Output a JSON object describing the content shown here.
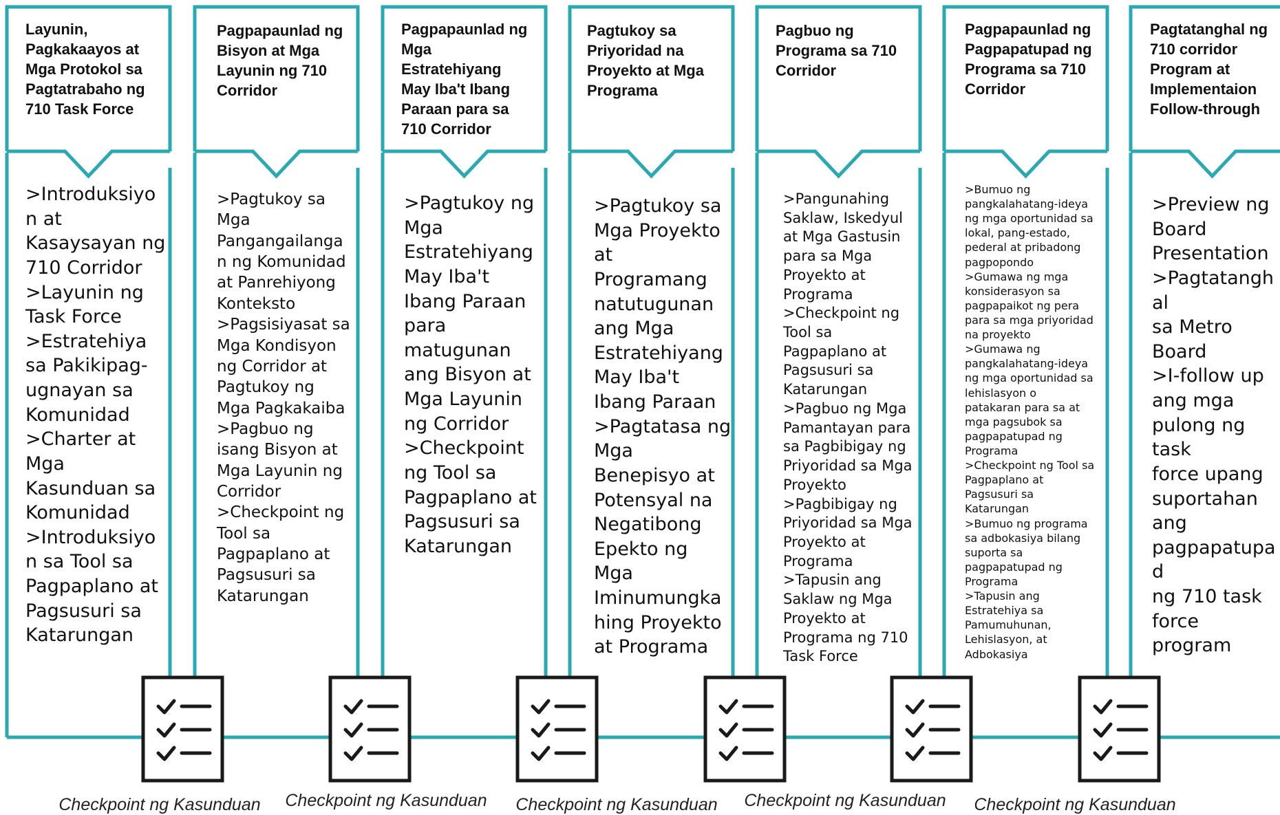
{
  "colors": {
    "stroke": "#2aa9b2",
    "text": "#111111",
    "icon": "#1a1a1a"
  },
  "stages": [
    {
      "title_lines": [
        "Layunin,",
        "Pagkakaayos at",
        "Mga Protokol sa",
        "Pagtatrabaho ng",
        "710 Task Force"
      ],
      "body_lines": [
        ">Introduksiyo",
        "n at",
        "Kasaysayan ng",
        "710 Corridor",
        ">Layunin ng",
        "Task Force",
        ">Estratehiya",
        "sa Pakikipag-",
        "ugnayan sa",
        "Komunidad",
        ">Charter at",
        "Mga",
        "Kasunduan sa",
        "Komunidad",
        ">Introduksiyo",
        "n sa Tool sa",
        "Pagpaplano at",
        "Pagsusuri sa",
        "Katarungan"
      ]
    },
    {
      "title_lines": [
        "Pagpapaunlad ng",
        "Bisyon at Mga",
        "Layunin ng 710",
        "Corridor"
      ],
      "body_lines": [
        ">Pagtukoy sa",
        "Mga",
        "Pangangailanga",
        "n ng Komunidad",
        "at Panrehiyong",
        "Konteksto",
        ">Pagsisiyasat sa",
        "Mga Kondisyon",
        "ng Corridor at",
        "Pagtukoy ng",
        "Mga Pagkakaiba",
        ">Pagbuo ng",
        "isang Bisyon at",
        "Mga Layunin ng",
        "Corridor",
        ">Checkpoint ng",
        "Tool sa",
        "Pagpaplano at",
        "Pagsusuri sa",
        "Katarungan"
      ]
    },
    {
      "title_lines": [
        "Pagpapaunlad ng",
        "Mga",
        "Estratehiyang",
        "May Iba't Ibang",
        "Paraan para sa",
        "710 Corridor"
      ],
      "body_lines": [
        ">Pagtukoy ng",
        "Mga",
        "Estratehiyang",
        "May Iba't",
        "Ibang Paraan",
        "para",
        "matugunan",
        "ang Bisyon at",
        "Mga Layunin",
        "ng Corridor",
        ">Checkpoint",
        "ng Tool sa",
        "Pagpaplano at",
        "Pagsusuri sa",
        "Katarungan"
      ]
    },
    {
      "title_lines": [
        "Pagtukoy sa",
        "Priyoridad na",
        "Proyekto at Mga",
        "Programa"
      ],
      "body_lines": [
        ">Pagtukoy sa",
        "Mga Proyekto",
        "at Programang",
        "natutugunan",
        "ang Mga",
        "Estratehiyang",
        "May Iba't",
        "Ibang Paraan",
        ">Pagtatasa ng",
        "Mga",
        "Benepisyo at",
        "Potensyal na",
        "Negatibong",
        "Epekto ng",
        "Mga",
        "Iminumungka",
        "hing Proyekto",
        "at Programa"
      ]
    },
    {
      "title_lines": [
        "Pagbuo ng",
        "Programa sa 710",
        "Corridor"
      ],
      "body_lines": [
        ">Pangunahing",
        "Saklaw, Iskedyul",
        "at Mga Gastusin",
        "para sa Mga",
        "Proyekto at",
        "Programa",
        ">Checkpoint ng",
        "Tool sa",
        "Pagpaplano at",
        "Pagsusuri sa",
        "Katarungan",
        ">Pagbuo ng Mga",
        "Pamantayan para",
        "sa Pagbibigay ng",
        "Priyoridad sa Mga",
        "Proyekto",
        ">Pagbibigay ng",
        "Priyoridad sa Mga",
        "Proyekto at",
        "Programa",
        ">Tapusin ang",
        "Saklaw ng Mga",
        "Proyekto at",
        "Programa ng 710",
        "Task Force"
      ]
    },
    {
      "title_lines": [
        "Pagpapaunlad ng",
        "Pagpapatupad ng",
        "Programa sa 710",
        "Corridor"
      ],
      "body_lines": [
        ">Bumuo ng",
        "pangkalahatang-ideya",
        "ng mga oportunidad sa",
        "lokal, pang-estado,",
        "pederal at pribadong",
        "pagpopondo",
        ">Gumawa ng mga",
        "konsiderasyon sa",
        "pagpapaikot ng pera",
        "para sa mga priyoridad",
        "na proyekto",
        ">Gumawa ng",
        "pangkalahatang-ideya",
        "ng mga oportunidad sa",
        "lehislasyon o",
        "patakaran para sa at",
        "mga pagsubok sa",
        "pagpapatupad ng",
        "Programa",
        ">Checkpoint ng Tool sa",
        "Pagpaplano at",
        "Pagsusuri sa",
        "Katarungan",
        ">Bumuo ng programa",
        "sa adbokasiya bilang",
        "suporta sa",
        "pagpapatupad ng",
        "Programa",
        ">Tapusin ang",
        "Estratehiya sa",
        "Pamumuhunan,",
        "Lehislasyon, at",
        "Adbokasiya"
      ]
    },
    {
      "title_lines": [
        "Pagtatanghal ng",
        "710 corridor",
        "Program at",
        "Implementaion",
        "Follow-through"
      ],
      "body_lines": [
        ">Preview ng",
        "Board",
        "Presentation",
        ">Pagtatanghal",
        "sa Metro",
        "Board",
        ">I-follow up",
        "ang mga",
        "pulong ng task",
        "force upang",
        "suportahan",
        "ang",
        "pagpapatupad",
        "ng 710 task",
        "force program"
      ]
    }
  ],
  "checkpoints": [
    {
      "icon": "checklist-icon",
      "caption": "Checkpoint ng Kasunduan"
    },
    {
      "icon": "checklist-icon",
      "caption": "Checkpoint ng Kasunduan"
    },
    {
      "icon": "checklist-icon",
      "caption": "Checkpoint ng Kasunduan"
    },
    {
      "icon": "checklist-icon",
      "caption": "Checkpoint ng Kasunduan"
    },
    {
      "icon": "checklist-icon",
      "caption": "Checkpoint ng Kasunduan"
    }
  ]
}
